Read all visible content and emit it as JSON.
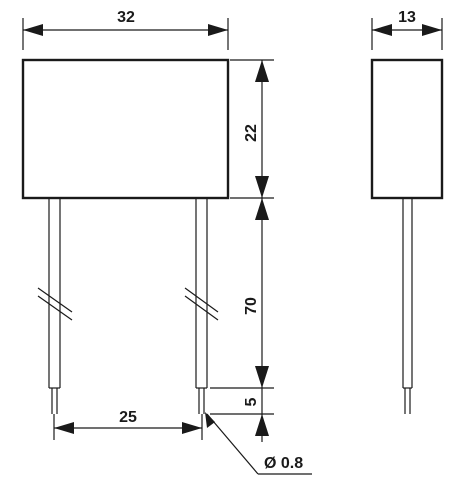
{
  "drawing": {
    "width_label": "32",
    "depth_label": "13",
    "body_height_label": "22",
    "lead_length_label": "70",
    "lead_tip_label": "5",
    "pin_pitch_label": "25",
    "lead_diameter_label": "Ø 0.8"
  }
}
